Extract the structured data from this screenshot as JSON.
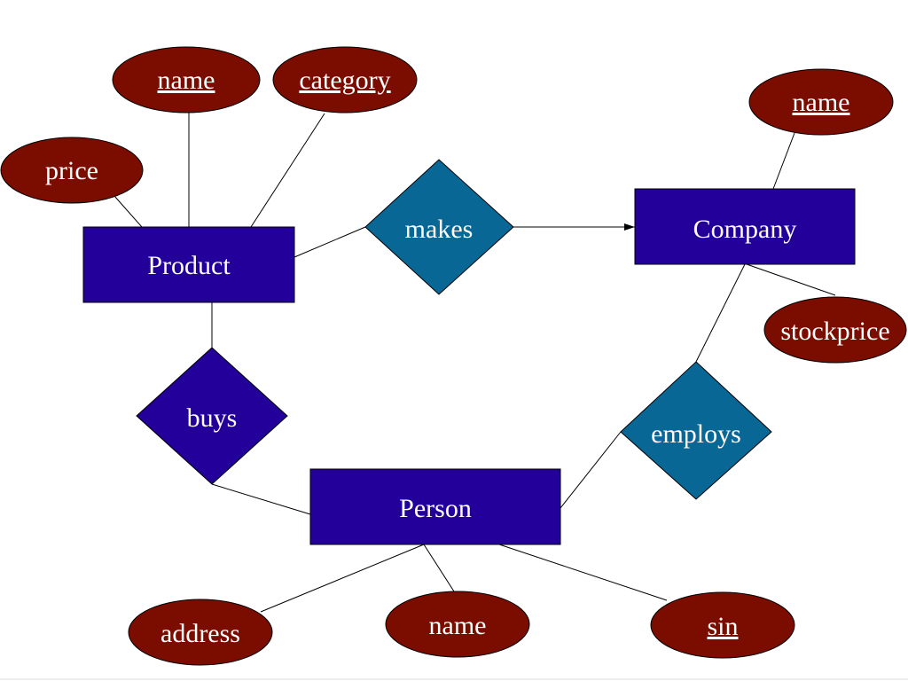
{
  "colors": {
    "entity_fill": "#23009a",
    "relationship_product_fill": "#23009a",
    "relationship_company_fill": "#096796",
    "attribute_fill": "#7b0d00",
    "text": "#ffffff",
    "line": "#000000"
  },
  "entities": {
    "product": "Product",
    "company": "Company",
    "person": "Person"
  },
  "relationships": {
    "makes": "makes",
    "buys": "buys",
    "employs": "employs"
  },
  "attributes": {
    "product_name": "name",
    "product_category": "category",
    "product_price": "price",
    "company_name": "name",
    "company_stockprice": "stockprice",
    "person_address": "address",
    "person_name": "name",
    "person_sin": "sin"
  }
}
